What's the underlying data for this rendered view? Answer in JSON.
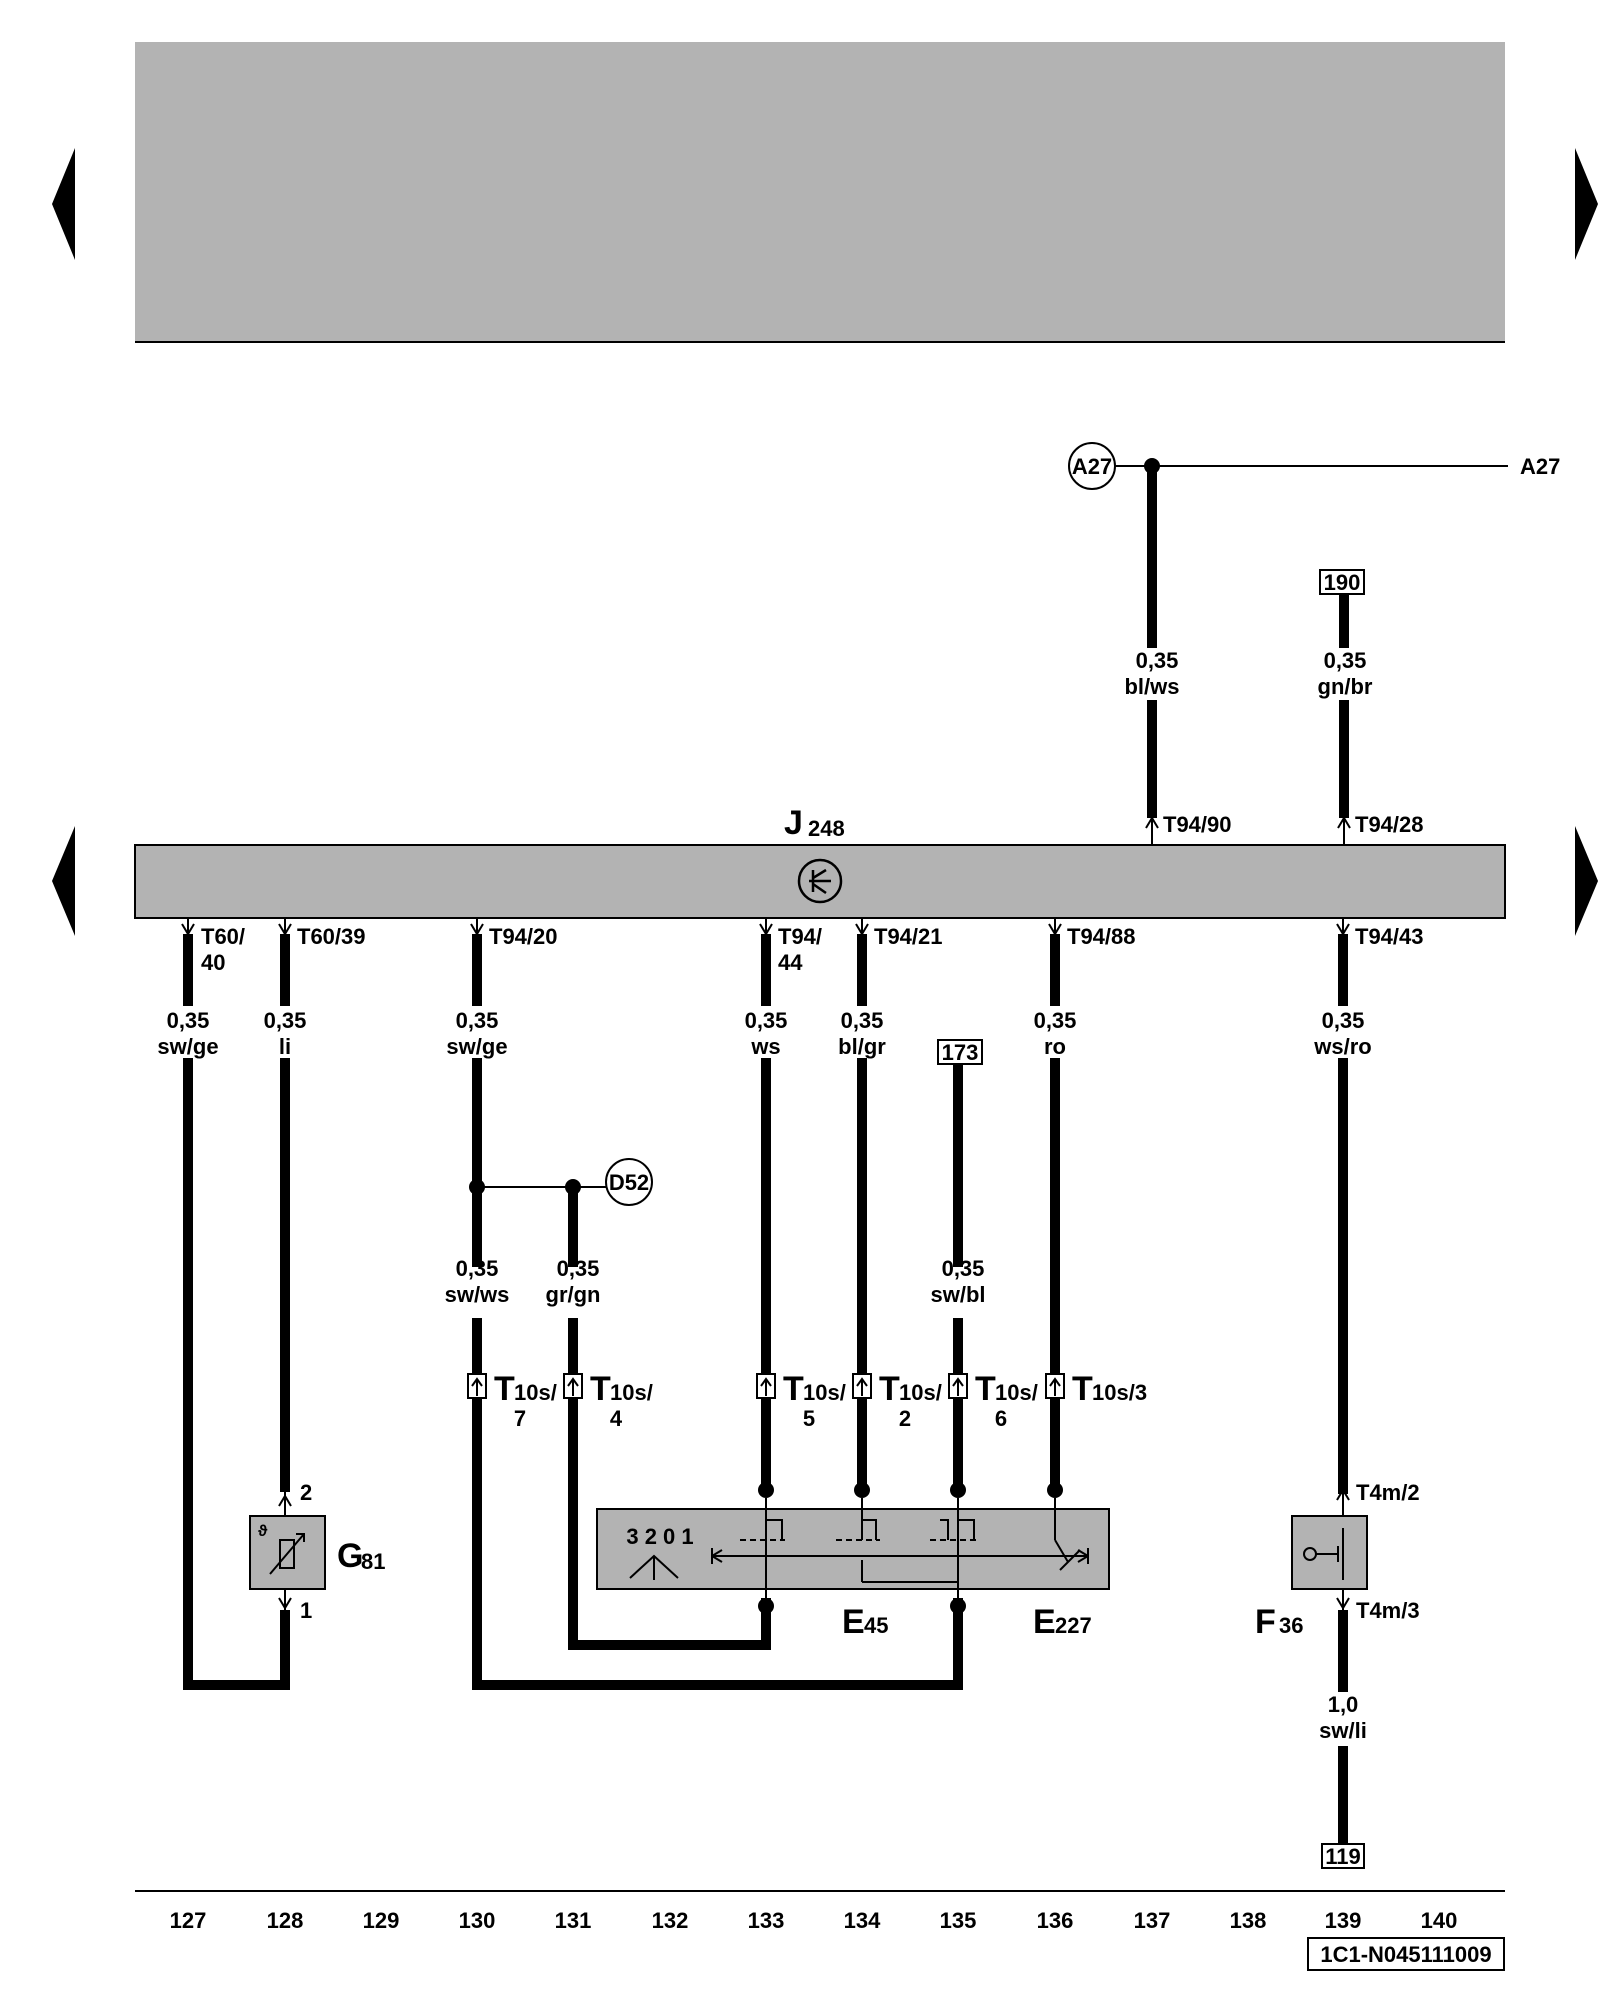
{
  "colors": {
    "panel": "#b3b3b3",
    "wire": "#000000",
    "background": "#ffffff"
  },
  "nav": {
    "left_icon": "triangle-left-icon",
    "right_icon": "triangle-right-icon"
  },
  "ecu": {
    "letter": "J",
    "sub": "248",
    "symbol": "transistor-icon"
  },
  "top_pins": [
    "T94/90",
    "T94/28"
  ],
  "bottom_pins": [
    "T60/",
    "40",
    "T60/39",
    "T94/20",
    "T94/",
    "44",
    "T94/21",
    "T94/88",
    "T94/43"
  ],
  "wires": [
    {
      "size": "0,35",
      "color": "bl/ws"
    },
    {
      "size": "0,35",
      "color": "gn/br"
    },
    {
      "size": "0,35",
      "color": "sw/ge"
    },
    {
      "size": "0,35",
      "color": "li"
    },
    {
      "size": "0,35",
      "color": "sw/ge"
    },
    {
      "size": "0,35",
      "color": "ws"
    },
    {
      "size": "0,35",
      "color": "bl/gr"
    },
    {
      "size": "0,35",
      "color": "ro"
    },
    {
      "size": "0,35",
      "color": "ws/ro"
    },
    {
      "size": "0,35",
      "color": "sw/ws"
    },
    {
      "size": "0,35",
      "color": "gr/gn"
    },
    {
      "size": "0,35",
      "color": "sw/bl"
    },
    {
      "size": "1,0",
      "color": "sw/li"
    }
  ],
  "connectors": [
    {
      "main": "T",
      "sub": "10s/",
      "num": "7"
    },
    {
      "main": "T",
      "sub": "10s/",
      "num": "4"
    },
    {
      "main": "T",
      "sub": "10s/",
      "num": "5"
    },
    {
      "main": "T",
      "sub": "10s/",
      "num": "2"
    },
    {
      "main": "T",
      "sub": "10s/",
      "num": "6"
    },
    {
      "main": "T",
      "sub": "10s/3",
      "num": ""
    }
  ],
  "refs": {
    "a27": "A27",
    "a27_right": "A27",
    "d52": "D52",
    "box190": "190",
    "box173": "173",
    "box119": "119"
  },
  "components": {
    "g81": {
      "letter": "G",
      "sub": "81",
      "pin_top": "2",
      "pin_bottom": "1"
    },
    "e45": {
      "letter": "E",
      "sub": "45",
      "positions": "3 2 0 1"
    },
    "e227": {
      "letter": "E",
      "sub": "227"
    },
    "f36": {
      "letter": "F",
      "sub": "36",
      "pin_top": "T4m/2",
      "pin_bottom": "T4m/3"
    }
  },
  "axis_numbers": [
    "127",
    "128",
    "129",
    "130",
    "131",
    "132",
    "133",
    "134",
    "135",
    "136",
    "137",
    "138",
    "139",
    "140"
  ],
  "code": "1C1-N045111009"
}
